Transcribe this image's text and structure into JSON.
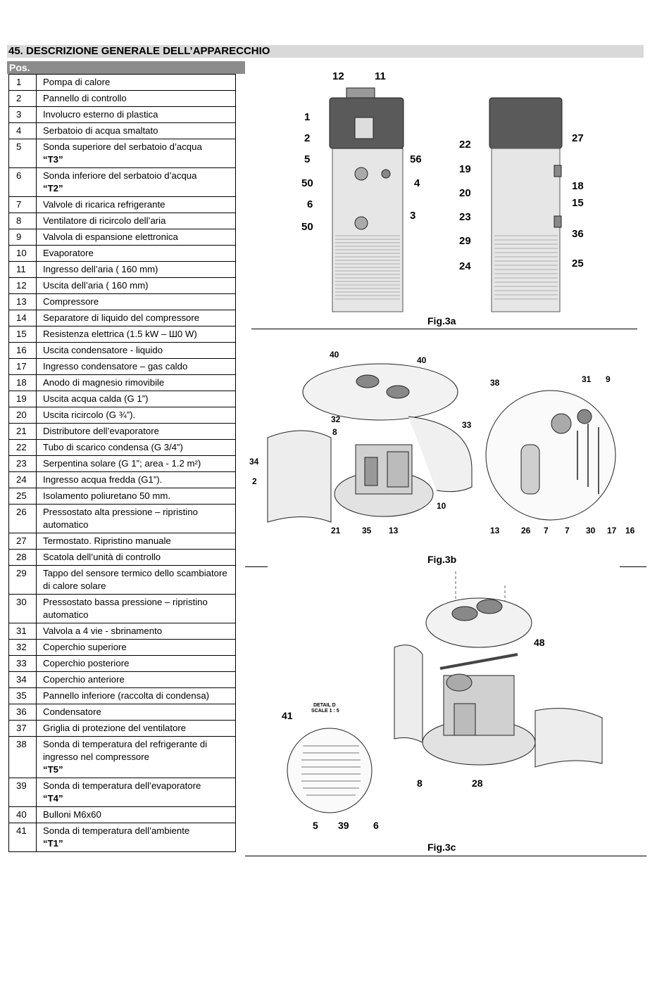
{
  "section": {
    "title": "45.  DESCRIZIONE GENERALE DELL’APPARECCHIO"
  },
  "table": {
    "header": "Pos.",
    "rows": [
      {
        "pos": "1",
        "text": "Pompa di calore"
      },
      {
        "pos": "2",
        "text": "Pannello di controllo"
      },
      {
        "pos": "3",
        "text": "Involucro esterno di plastica"
      },
      {
        "pos": "4",
        "text": "Serbatoio di acqua smaltato"
      },
      {
        "pos": "5",
        "text": "Sonda superiore del serbatoio d’acqua",
        "bold": "“T3”"
      },
      {
        "pos": "6",
        "text": "Sonda inferiore del serbatoio d’acqua",
        "bold": "“T2”"
      },
      {
        "pos": "7",
        "text": "Valvole di ricarica refrigerante"
      },
      {
        "pos": "8",
        "text": " Ventilatore di ricircolo dell’aria"
      },
      {
        "pos": "9",
        "text": "Valvola di espansione elettronica"
      },
      {
        "pos": "10",
        "text": "Evaporatore"
      },
      {
        "pos": "11",
        "text": "Ingresso dell’aria (    160 mm)"
      },
      {
        "pos": "12",
        "text": "Uscita dell’aria (    160 mm)"
      },
      {
        "pos": "13",
        "text": "Compressore"
      },
      {
        "pos": "14",
        "text": "Separatore di liquido del compressore"
      },
      {
        "pos": "15",
        "text": "Resistenza elettrica (1.5 kW – Ш0 W)"
      },
      {
        "pos": "16",
        "text": "Uscita condensatore - liquido"
      },
      {
        "pos": "17",
        "text": "Ingresso condensatore – gas caldo"
      },
      {
        "pos": "18",
        "text": "Anodo di magnesio rimovibile"
      },
      {
        "pos": "19",
        "text": "Uscita acqua calda (G 1”)"
      },
      {
        "pos": "20",
        "text": "Uscita ricircolo (G ¾”)."
      },
      {
        "pos": "21",
        "text": "Distributore dell’evaporatore"
      },
      {
        "pos": "22",
        "text": "Tubo di scarico condensa (G 3/4”)"
      },
      {
        "pos": "23",
        "text": "Serpentina solare (G 1”; area - 1.2 m²)"
      },
      {
        "pos": "24",
        "text": "Ingresso acqua fredda (G1”)."
      },
      {
        "pos": "25",
        "text": "Isolamento poliuretano 50 mm."
      },
      {
        "pos": "26",
        "text": "Pressostato alta pressione – ripristino automatico"
      },
      {
        "pos": "27",
        "text": "Termostato. Ripristino manuale"
      },
      {
        "pos": "28",
        "text": "Scatola dell’unità di controllo"
      },
      {
        "pos": "29",
        "text": "Tappo del sensore termico dello scambiatore di calore solare"
      },
      {
        "pos": "30",
        "text": "Pressostato bassa pressione – ripristino automatico"
      },
      {
        "pos": "31",
        "text": "Valvola a 4 vie - sbrinamento"
      },
      {
        "pos": "32",
        "text": "Coperchio superiore"
      },
      {
        "pos": "33",
        "text": "Coperchio posteriore"
      },
      {
        "pos": "34",
        "text": "Coperchio anteriore"
      },
      {
        "pos": "35",
        "text": "Pannello inferiore (raccolta di condensa)"
      },
      {
        "pos": "36",
        "text": "Condensatore"
      },
      {
        "pos": "37",
        "text": "Griglia di protezione del ventilatore"
      },
      {
        "pos": "38",
        "text": "Sonda di temperatura del refrigerante di ingresso nel compressore",
        "bold": "“T5”"
      },
      {
        "pos": "39",
        "text": "Sonda di temperatura dell’evaporatore",
        "bold": "“T4”"
      },
      {
        "pos": "40",
        "text": "Bulloni M6x60"
      },
      {
        "pos": "41",
        "text": "Sonda di temperatura dell’ambiente",
        "bold": "“T1”"
      }
    ]
  },
  "figures": {
    "fig3a": {
      "caption": "Fig.3a",
      "labels": [
        "12",
        "11",
        "1",
        "2",
        "5",
        "56",
        "50",
        "4",
        "6",
        "3",
        "50",
        "22",
        "27",
        "19",
        "18",
        "20",
        "15",
        "23",
        "36",
        "29",
        "24",
        "25"
      ]
    },
    "fig3b": {
      "caption": "Fig.3b",
      "labels": [
        "40",
        "40",
        "38",
        "31",
        "9",
        "32",
        "8",
        "33",
        "34",
        "2",
        "10",
        "21",
        "35",
        "13",
        "13",
        "26",
        "7",
        "7",
        "30",
        "17",
        "16"
      ]
    },
    "fig3c": {
      "caption": "Fig.3c",
      "detail_title": "DETAIL D",
      "detail_scale": "SCALE 1 : 5",
      "labels": [
        "48",
        "41",
        "8",
        "28",
        "5",
        "39",
        "6"
      ]
    }
  },
  "colors": {
    "section_bar": "#d9d9d9",
    "pos_header": "#8c8c8c",
    "heatpump_top": "#555555",
    "tank": "#e3e3e3"
  }
}
